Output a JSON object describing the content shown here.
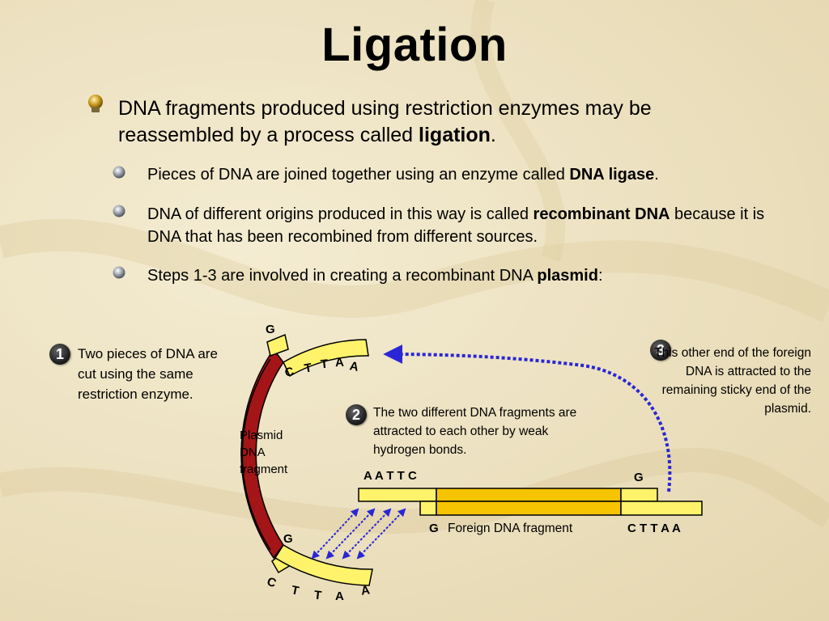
{
  "slide": {
    "title": "Ligation",
    "bullet1": {
      "text_a": "DNA fragments produced using restriction enzymes may be reassembled by a process called ",
      "bold": "ligation",
      "text_b": "."
    },
    "sub_bullets": [
      {
        "text_a": "Pieces of DNA are joined together using an enzyme called ",
        "bold": "DNA ligase",
        "text_b": "."
      },
      {
        "text_a": "DNA of different origins produced in this way is called ",
        "bold": "recombinant DNA",
        "text_b": " because it is DNA that has been recombined from different sources."
      },
      {
        "text_a": "Steps 1-3 are involved in creating a recombinant DNA ",
        "bold": "plasmid",
        "text_b": ":"
      }
    ]
  },
  "diagram": {
    "steps": [
      {
        "num": "1",
        "text": "Two pieces of DNA are cut using the same restriction enzyme."
      },
      {
        "num": "2",
        "text": "The two different DNA fragments are attracted to each other by weak hydrogen bonds."
      },
      {
        "num": "3",
        "text": "This other end of the foreign DNA is attracted to the remaining sticky end of the plasmid."
      }
    ],
    "plasmid_label": "Plasmid DNA fragment",
    "foreign_label": "Foreign DNA fragment",
    "sequences": {
      "plasmid_top_g": "G",
      "plasmid_top_letters": [
        "C",
        "T",
        "T",
        "A",
        "A"
      ],
      "plasmid_bottom_g": "G",
      "plasmid_bottom_letters": [
        "C",
        "T",
        "T",
        "A",
        "A"
      ],
      "foreign_left_top": "A A T T C",
      "foreign_left_bottom": "G",
      "foreign_right_top": "G",
      "foreign_right_bottom": "C T T A A"
    },
    "colors": {
      "plasmid_dark": "#a31516",
      "yellow": "#fff36b",
      "gold": "#f6c400",
      "arrow_blue": "#2a26d6"
    }
  }
}
